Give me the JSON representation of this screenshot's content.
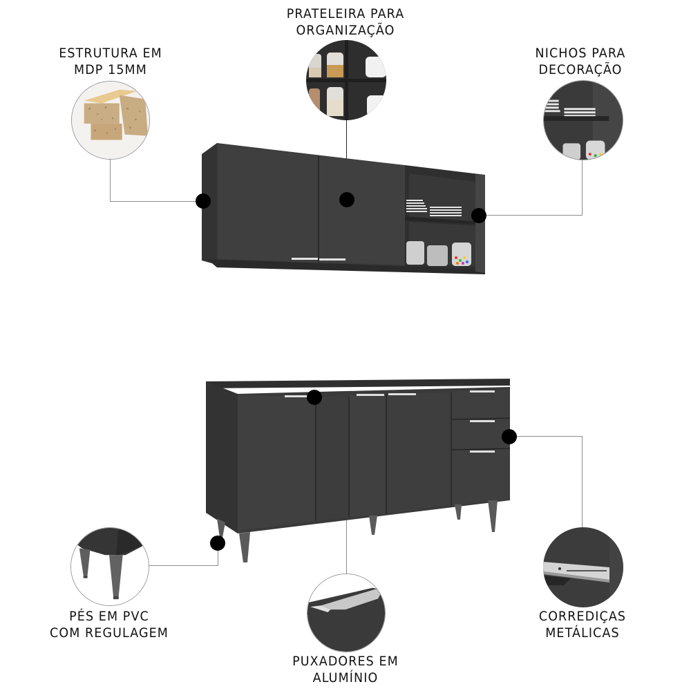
{
  "features": [
    {
      "id": "estrutura",
      "lines": [
        "ESTRUTURA EM",
        "MDP 15MM"
      ]
    },
    {
      "id": "prateleira",
      "lines": [
        "PRATELEIRA PARA",
        "ORGANIZAÇÃO"
      ]
    },
    {
      "id": "nichos",
      "lines": [
        "NICHOS PARA",
        "DECORAÇÃO"
      ]
    },
    {
      "id": "pes",
      "lines": [
        "PÉS EM PVC",
        "COM REGULAGEM"
      ]
    },
    {
      "id": "puxadores",
      "lines": [
        "PUXADORES EM",
        "ALUMÍNIO"
      ]
    },
    {
      "id": "corredicas",
      "lines": [
        "CORREDIÇAS",
        "METÁLICAS"
      ]
    }
  ],
  "products": {
    "wall_cabinet": {
      "doors": 2,
      "open_niches": 2
    },
    "base_cabinet": {
      "doors": 4,
      "drawers": 3,
      "legs": 6
    }
  },
  "colors": {
    "cabinet_body": "#3d3d3d",
    "cabinet_dark": "#2b2b2b",
    "handle": "#d9d9d9",
    "marker": "#000000",
    "connector": "#8c8c8c",
    "text": "#111111"
  }
}
